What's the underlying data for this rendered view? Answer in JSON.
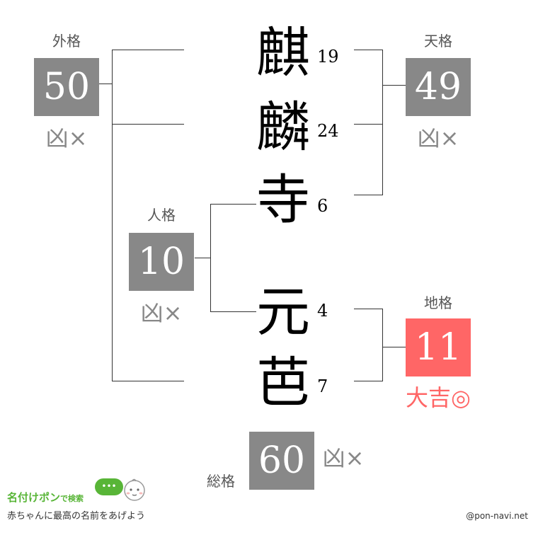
{
  "colors": {
    "bad_box": "#888888",
    "good_box": "#ff6666",
    "bad_text": "#888888",
    "good_text": "#ff6666",
    "logo_green": "#58b537"
  },
  "name": {
    "surname": [
      {
        "char": "麒",
        "strokes": "19"
      },
      {
        "char": "麟",
        "strokes": "24"
      },
      {
        "char": "寺",
        "strokes": "6"
      }
    ],
    "given": [
      {
        "char": "元",
        "strokes": "4"
      },
      {
        "char": "芭",
        "strokes": "7"
      }
    ]
  },
  "fortunes": {
    "gaikaku": {
      "label": "外格",
      "value": "50",
      "verdict": "凶×"
    },
    "tenkaku": {
      "label": "天格",
      "value": "49",
      "verdict": "凶×"
    },
    "jinkaku": {
      "label": "人格",
      "value": "10",
      "verdict": "凶×"
    },
    "chikaku": {
      "label": "地格",
      "value": "11",
      "verdict": "大吉◎"
    },
    "soukaku": {
      "label": "総格",
      "value": "60",
      "verdict": "凶×"
    }
  },
  "footer": {
    "logo_title": "名付けポン",
    "logo_title_suffix": "で検索",
    "logo_bubble": "•••",
    "tagline": "赤ちゃんに最高の名前をあげよう",
    "credit": "@pon-navi.net"
  }
}
